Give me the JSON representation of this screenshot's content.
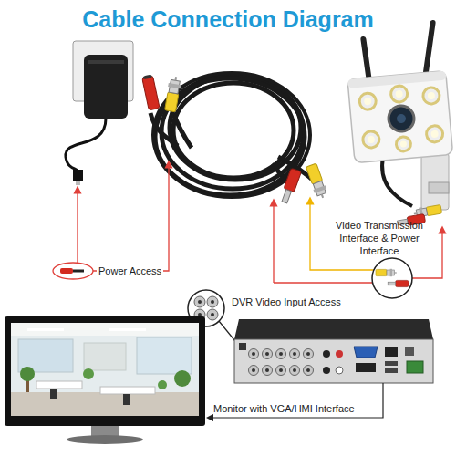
{
  "diagram": {
    "title": "Cable Connection Diagram",
    "labels": [
      "Power Access",
      "Video Transmission Interface & Power Interface",
      "DVR Video Input Access",
      "Monitor with VGA/HMI Interface"
    ]
  }
}
